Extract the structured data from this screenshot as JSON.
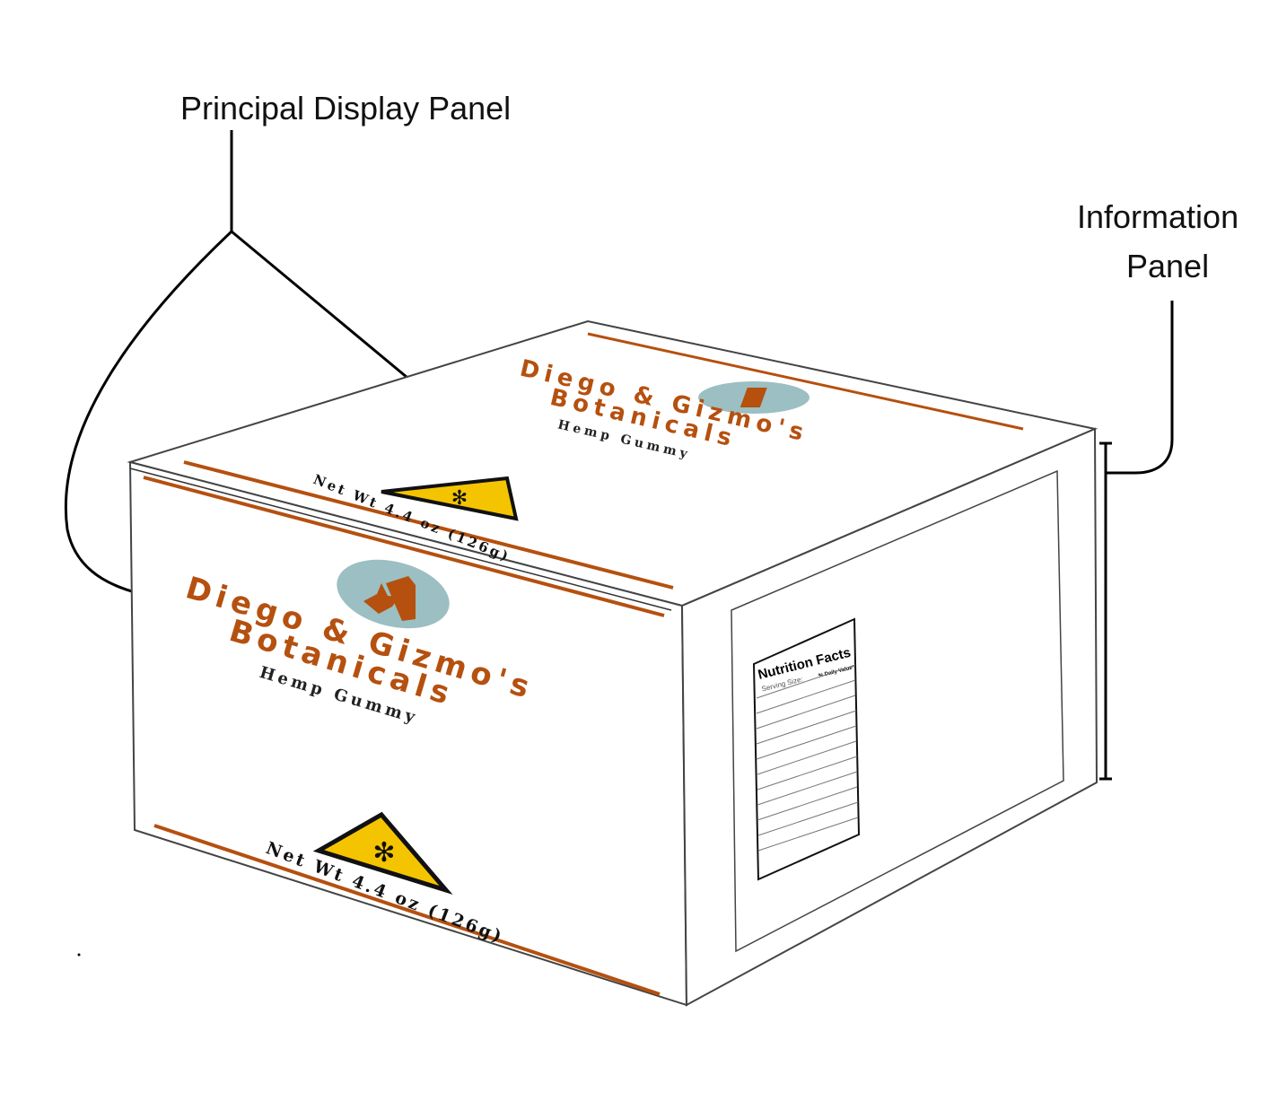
{
  "labels": {
    "principal": "Principal Display Panel",
    "information_line1": "Information",
    "information_line2": "Panel"
  },
  "package": {
    "brand_line1": "Diego & Gizmo's",
    "brand_line2": "Botanicals",
    "product": "Hemp Gummy",
    "net_weight": "Net Wt 4.4 oz (126g)"
  },
  "nutrition": {
    "title": "Nutrition Facts",
    "serving_size": "Serving Size:",
    "daily_value": "% Daily Value*"
  },
  "colors": {
    "accent": "#b5500f",
    "logo_bg": "#9bbfc2",
    "warning": "#f5c400"
  }
}
